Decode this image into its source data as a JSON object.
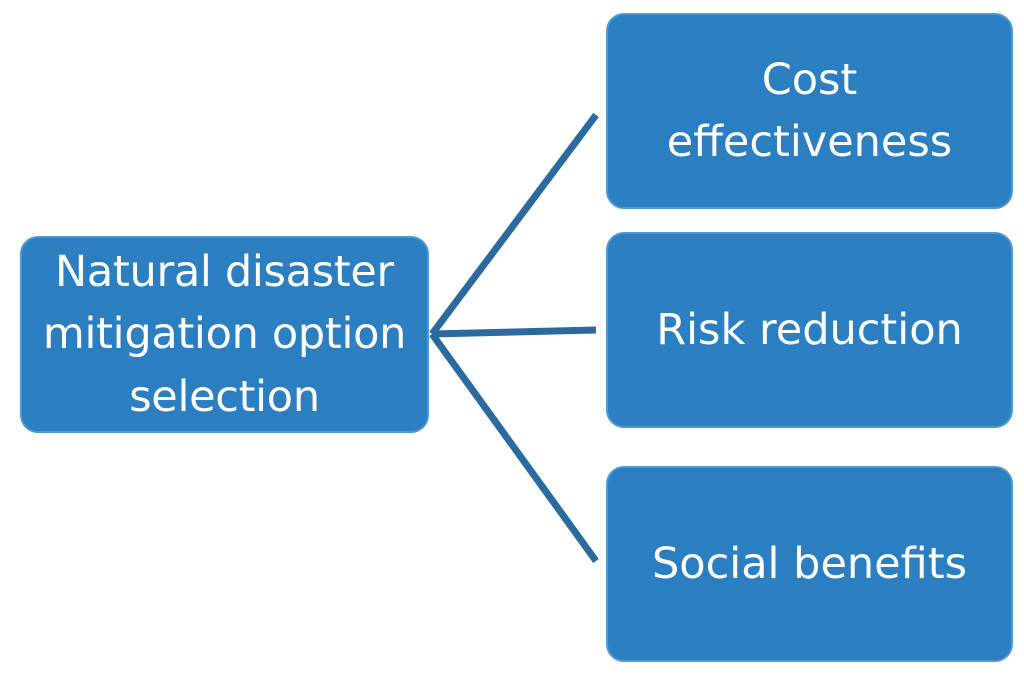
{
  "diagram": {
    "root": {
      "label": "Natural disaster\nmitigation option\nselection"
    },
    "children": [
      {
        "label": "Cost\neffectiveness"
      },
      {
        "label": "Risk reduction"
      },
      {
        "label": "Social benefits"
      }
    ]
  },
  "colors": {
    "box_fill": "#2b7fc1",
    "box_border": "#4f99d3",
    "connector": "#2a6a9e",
    "text": "#ffffff",
    "background": "#ffffff"
  }
}
